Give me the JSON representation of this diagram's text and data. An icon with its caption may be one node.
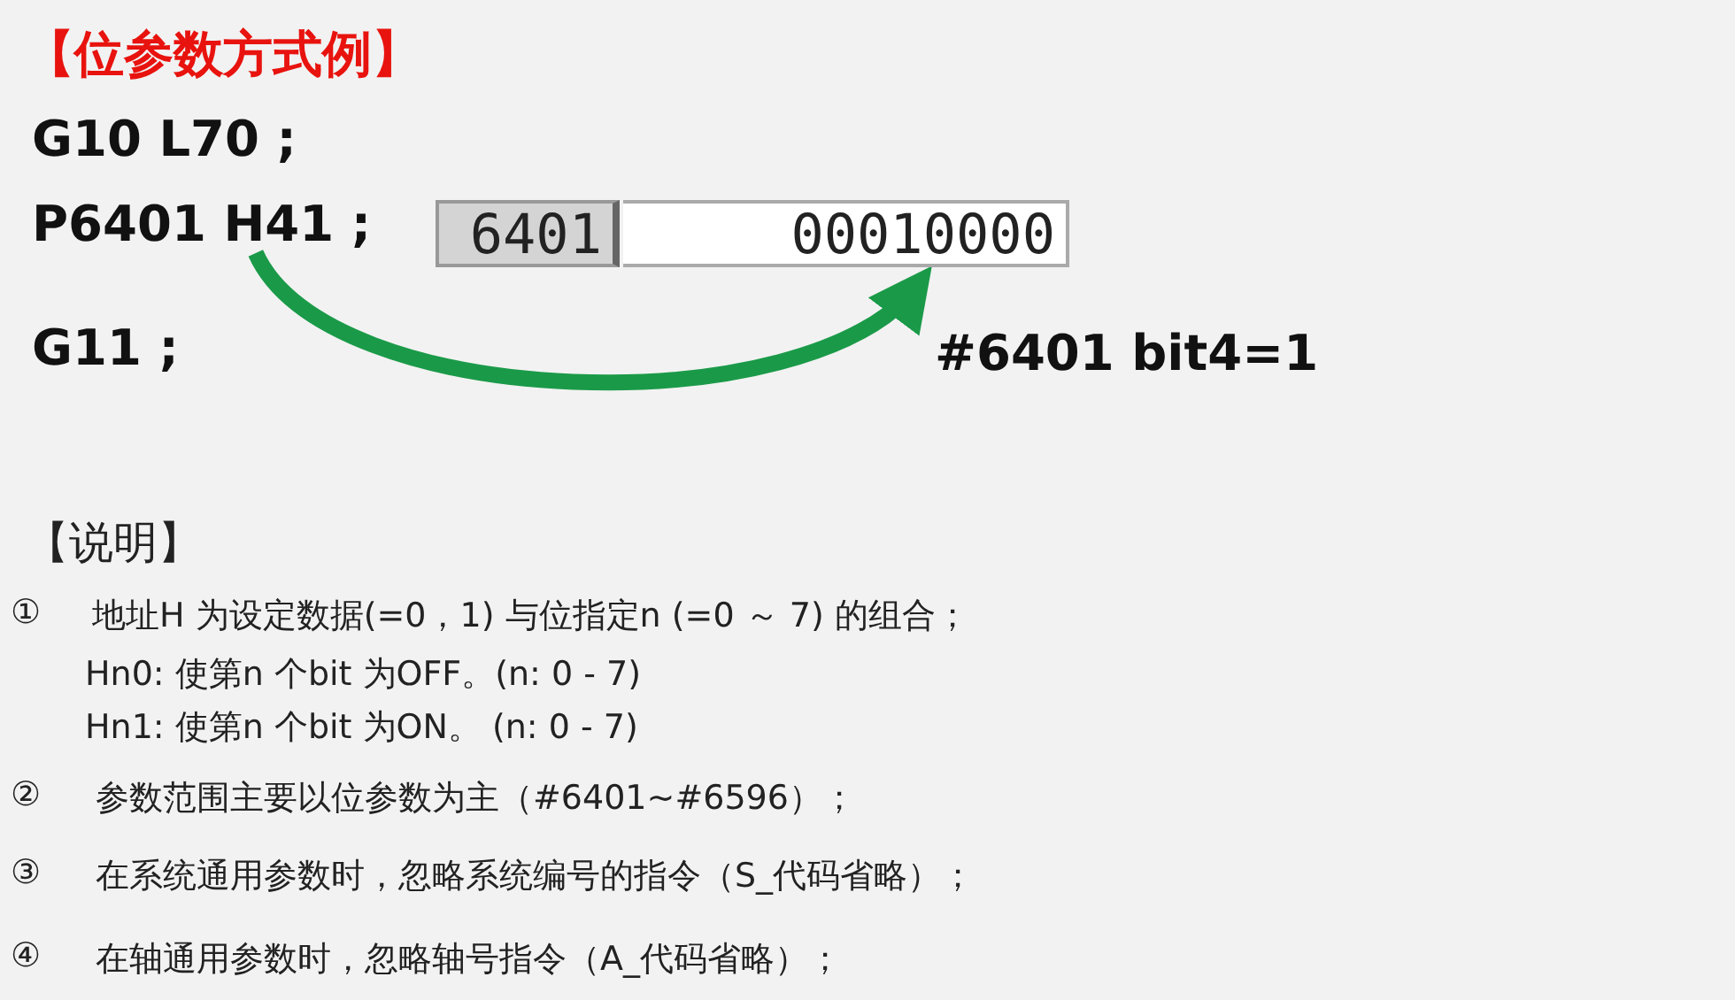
{
  "diagram": {
    "title": "【位参数方式例】",
    "nodes": [
      {
        "text": [
          "P6401  H41 ;"
        ]
      },
      {
        "text": [
          "6401"
        ]
      },
      {
        "text": [
          "00010000"
        ]
      }
    ],
    "edges": [
      {
        "from": 0,
        "to": 2,
        "arrow": "to"
      }
    ],
    "labels": [
      "G10  L70 ;",
      "G11 ;",
      "#6401 bit4=1",
      "【说明】",
      "①",
      "地址H 为设定数据(=0，1) 与位指定n (=0 ～ 7) 的组合；",
      "Hn0: 使第n 个bit 为OFF。(n: 0 - 7)",
      "Hn1: 使第n 个bit 为ON。 (n: 0 - 7)",
      "②",
      "参数范围主要以位参数为主（#6401~#6596）；",
      "③",
      "在系统通用参数时，忽略系统编号的指令（S_代码省略）；",
      "④",
      "在轴通用参数时，忽略轴号指令（A_代码省略）；"
    ]
  }
}
